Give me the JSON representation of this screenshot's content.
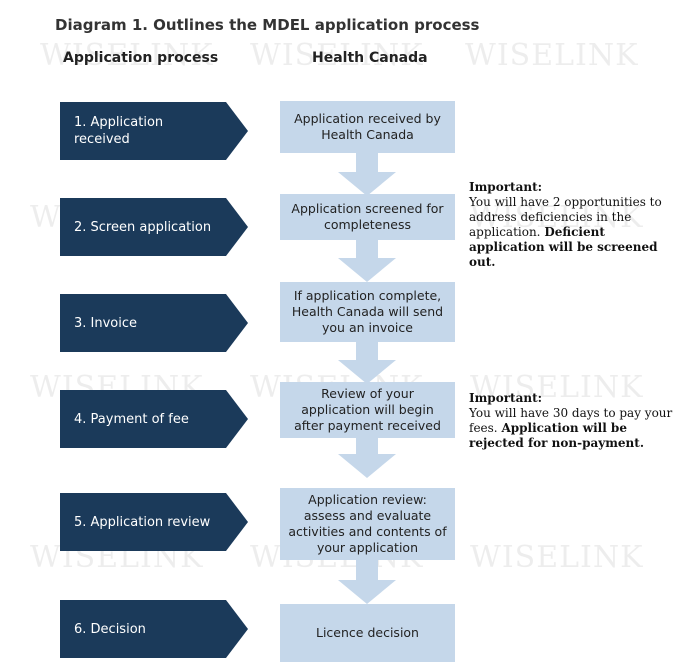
{
  "title": "Diagram 1. Outlines the MDEL application process",
  "columns": {
    "left": "Application process",
    "right": "Health Canada"
  },
  "steps": [
    {
      "label": "1. Application received"
    },
    {
      "label": "2. Screen application"
    },
    {
      "label": "3. Invoice"
    },
    {
      "label": "4. Payment of fee"
    },
    {
      "label": "5. Application review"
    },
    {
      "label": "6. Decision"
    }
  ],
  "health_canada": [
    {
      "text": "Application received by Health Canada"
    },
    {
      "text": "Application screened for completeness"
    },
    {
      "text": "If application complete, Health Canada will send you an invoice"
    },
    {
      "text": "Review of your application will begin after payment received"
    },
    {
      "text": "Application review: assess and evaluate activities and contents of your application"
    },
    {
      "text": "Licence decision"
    }
  ],
  "notes": [
    {
      "heading": "Important:",
      "text": "You will have 2 opportunities to address deficiencies in the application.",
      "bold_text": "Deficient application will be screened out."
    },
    {
      "heading": "Important:",
      "text": "You will have 30 days to pay your fees.",
      "bold_text": "Application will be rejected for non-payment."
    }
  ],
  "watermark": "WISELINK",
  "colors": {
    "step_fill": "#1b3a5a",
    "box_fill": "#c5d7ea",
    "arrow_fill": "#c5d7ea"
  }
}
